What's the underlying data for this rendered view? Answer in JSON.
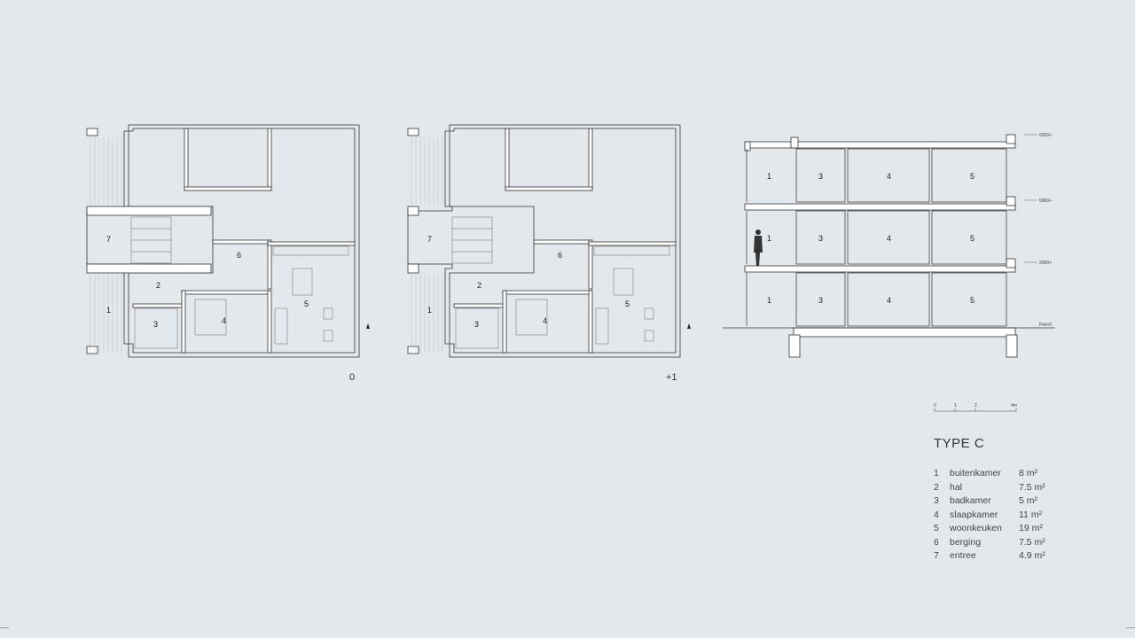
{
  "plans": [
    {
      "floor": "0",
      "room_labels": [
        "1",
        "2",
        "3",
        "4",
        "5",
        "6",
        "7"
      ]
    },
    {
      "floor": "+1",
      "room_labels": [
        "1",
        "2",
        "3",
        "4",
        "5",
        "6",
        "7"
      ]
    }
  ],
  "section": {
    "levels": [
      "9200+",
      "5980+",
      "2990+",
      "Peil=0"
    ],
    "rows": [
      [
        "1",
        "3",
        "4",
        "5"
      ],
      [
        "1",
        "3",
        "4",
        "5"
      ],
      [
        "1",
        "3",
        "4",
        "5"
      ]
    ]
  },
  "scale": {
    "ticks": [
      "0",
      "1",
      "2",
      "4m"
    ]
  },
  "legend": {
    "title": "TYPE C",
    "items": [
      {
        "n": "1",
        "name": "buitenkamer",
        "area": "8 m²"
      },
      {
        "n": "2",
        "name": "hal",
        "area": "7.5 m²"
      },
      {
        "n": "3",
        "name": "badkamer",
        "area": "5 m²"
      },
      {
        "n": "4",
        "name": "slaapkamer",
        "area": "11 m²"
      },
      {
        "n": "5",
        "name": "woonkeuken",
        "area": "19 m²"
      },
      {
        "n": "6",
        "name": "berging",
        "area": "7.5 m²"
      },
      {
        "n": "7",
        "name": "entree",
        "area": "4.9 m²"
      }
    ]
  },
  "colors": {
    "background": "#e3e8ec",
    "wall": "#ffffff",
    "line": "#333333"
  }
}
